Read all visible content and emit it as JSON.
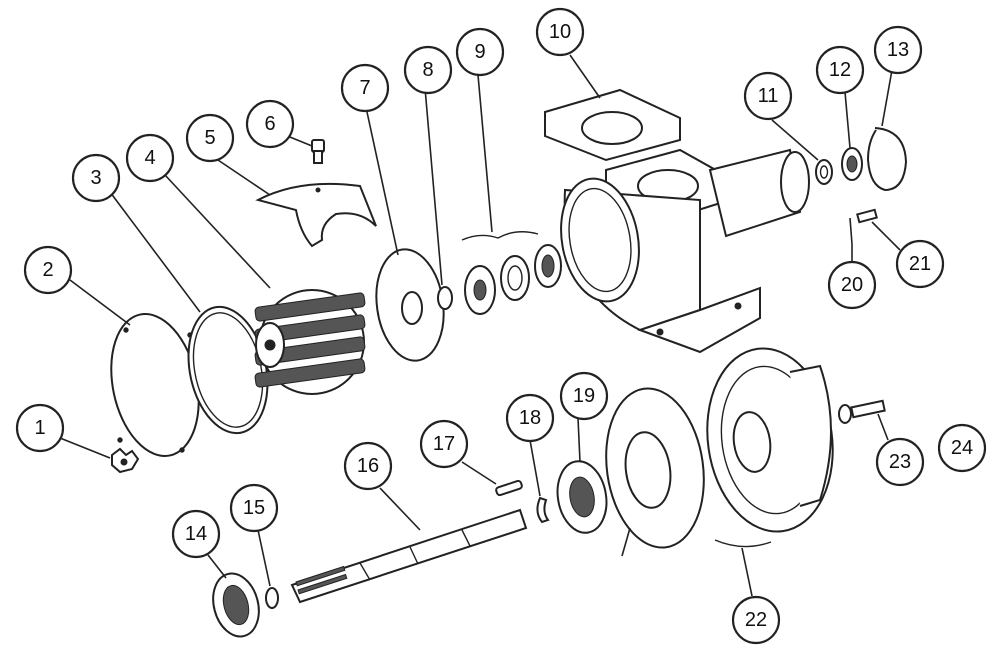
{
  "diagram": {
    "callouts": [
      {
        "id": "1",
        "label": "1"
      },
      {
        "id": "2",
        "label": "2"
      },
      {
        "id": "3",
        "label": "3"
      },
      {
        "id": "4",
        "label": "4"
      },
      {
        "id": "5",
        "label": "5"
      },
      {
        "id": "6",
        "label": "6"
      },
      {
        "id": "7",
        "label": "7"
      },
      {
        "id": "8",
        "label": "8"
      },
      {
        "id": "9",
        "label": "9"
      },
      {
        "id": "10",
        "label": "10"
      },
      {
        "id": "11",
        "label": "11"
      },
      {
        "id": "12",
        "label": "12"
      },
      {
        "id": "13",
        "label": "13"
      },
      {
        "id": "14",
        "label": "14"
      },
      {
        "id": "15",
        "label": "15"
      },
      {
        "id": "16",
        "label": "16"
      },
      {
        "id": "17",
        "label": "17"
      },
      {
        "id": "18",
        "label": "18"
      },
      {
        "id": "19",
        "label": "19"
      },
      {
        "id": "20",
        "label": "20"
      },
      {
        "id": "21",
        "label": "21"
      },
      {
        "id": "22",
        "label": "22"
      },
      {
        "id": "23",
        "label": "23"
      },
      {
        "id": "24",
        "label": "24"
      }
    ],
    "colors": {
      "ink": "#222222",
      "paper": "#ffffff"
    }
  }
}
